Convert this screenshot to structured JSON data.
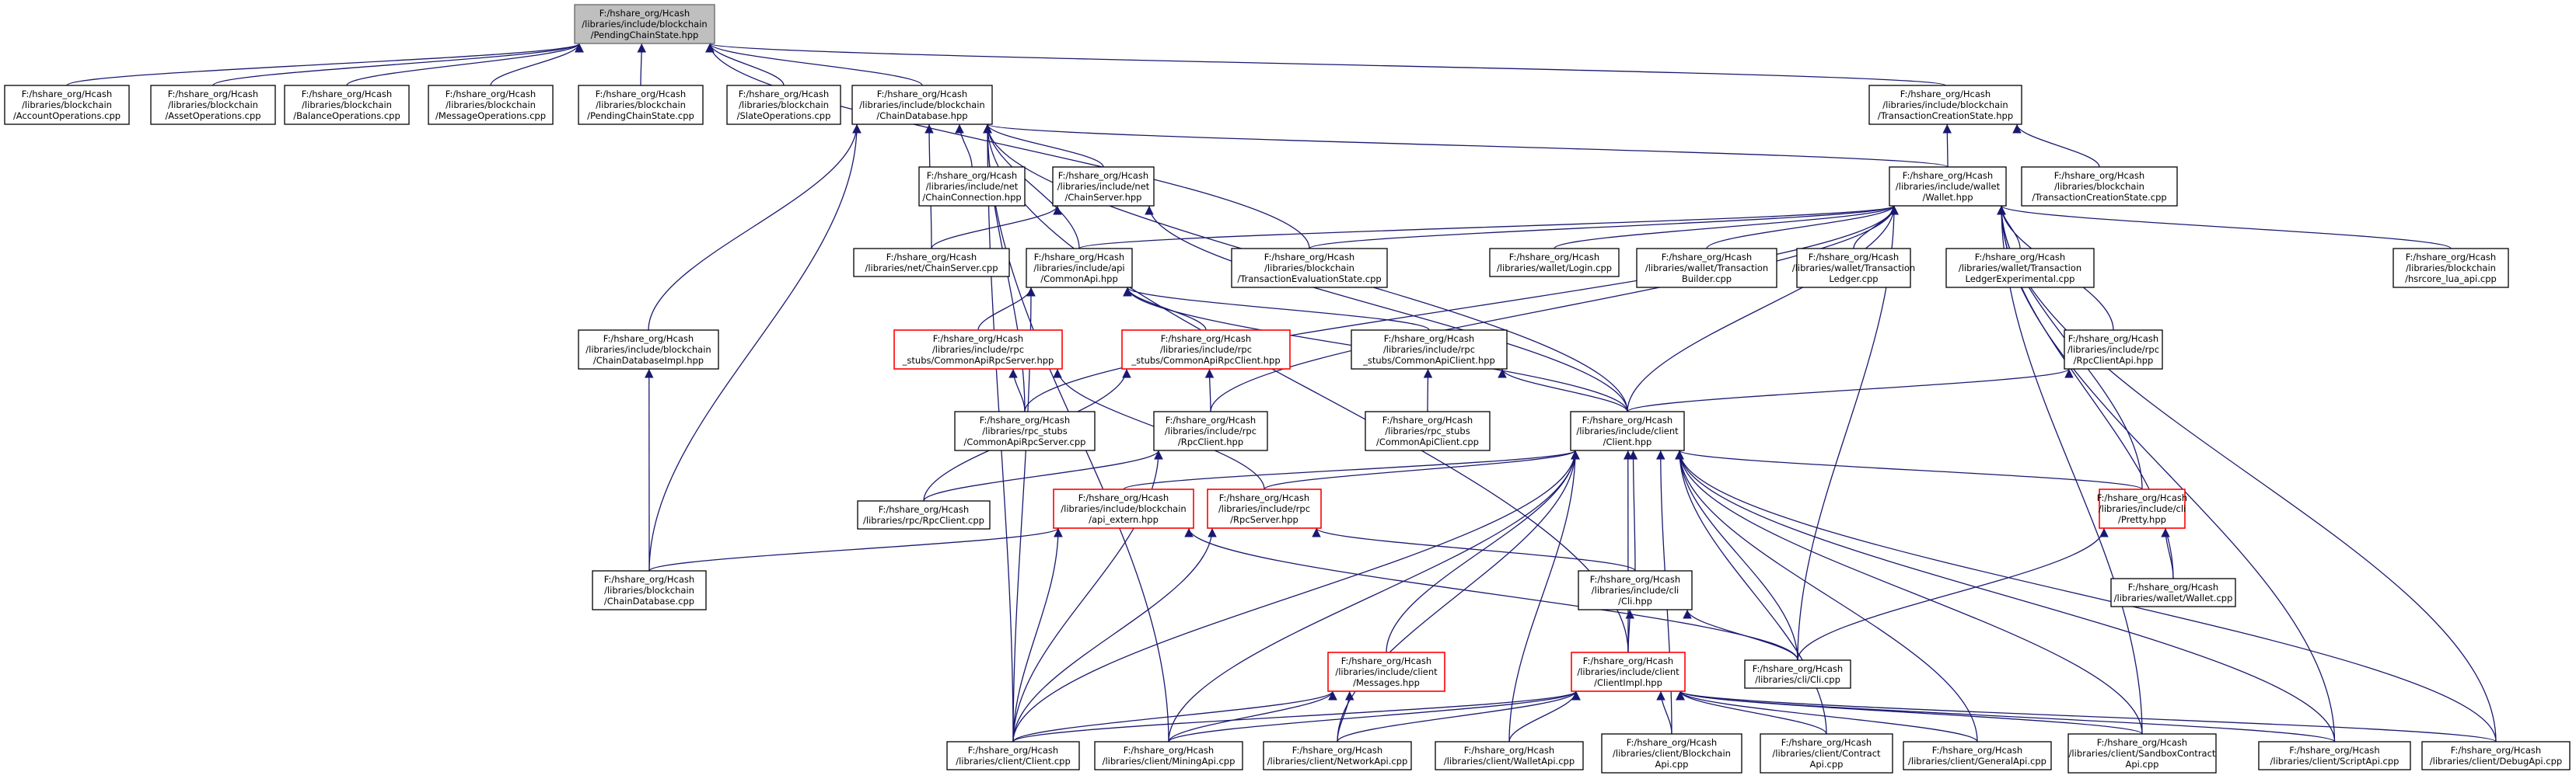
{
  "nodes": [
    {
      "id": "pcs_h",
      "lines": [
        "F:/hshare_org/Hcash",
        "/libraries/include/blockchain",
        "/PendingChainState.hpp"
      ],
      "style": "root"
    },
    {
      "id": "acc",
      "lines": [
        "F:/hshare_org/Hcash",
        "/libraries/blockchain",
        "/AccountOperations.cpp"
      ]
    },
    {
      "id": "asset",
      "lines": [
        "F:/hshare_org/Hcash",
        "/libraries/blockchain",
        "/AssetOperations.cpp"
      ]
    },
    {
      "id": "bal",
      "lines": [
        "F:/hshare_org/Hcash",
        "/libraries/blockchain",
        "/BalanceOperations.cpp"
      ]
    },
    {
      "id": "msg",
      "lines": [
        "F:/hshare_org/Hcash",
        "/libraries/blockchain",
        "/MessageOperations.cpp"
      ]
    },
    {
      "id": "pcs_c",
      "lines": [
        "F:/hshare_org/Hcash",
        "/libraries/blockchain",
        "/PendingChainState.cpp"
      ]
    },
    {
      "id": "slate",
      "lines": [
        "F:/hshare_org/Hcash",
        "/libraries/blockchain",
        "/SlateOperations.cpp"
      ]
    },
    {
      "id": "chdb_h",
      "lines": [
        "F:/hshare_org/Hcash",
        "/libraries/include/blockchain",
        "/ChainDatabase.hpp"
      ]
    },
    {
      "id": "tcs_h",
      "lines": [
        "F:/hshare_org/Hcash",
        "/libraries/include/blockchain",
        "/TransactionCreationState.hpp"
      ]
    },
    {
      "id": "chconn",
      "lines": [
        "F:/hshare_org/Hcash",
        "/libraries/include/net",
        "/ChainConnection.hpp"
      ]
    },
    {
      "id": "chsrv_h",
      "lines": [
        "F:/hshare_org/Hcash",
        "/libraries/include/net",
        "/ChainServer.hpp"
      ]
    },
    {
      "id": "wallet_h",
      "lines": [
        "F:/hshare_org/Hcash",
        "/libraries/include/wallet",
        "/Wallet.hpp"
      ]
    },
    {
      "id": "tcs_c",
      "lines": [
        "F:/hshare_org/Hcash",
        "/libraries/blockchain",
        "/TransactionCreationState.cpp"
      ]
    },
    {
      "id": "chsrv_c",
      "lines": [
        "F:/hshare_org/Hcash",
        "/libraries/net/ChainServer.cpp"
      ]
    },
    {
      "id": "capi_h",
      "lines": [
        "F:/hshare_org/Hcash",
        "/libraries/include/api",
        "/CommonApi.hpp"
      ]
    },
    {
      "id": "tes_c",
      "lines": [
        "F:/hshare_org/Hcash",
        "/libraries/blockchain",
        "/TransactionEvaluationState.cpp"
      ]
    },
    {
      "id": "login",
      "lines": [
        "F:/hshare_org/Hcash",
        "/libraries/wallet/Login.cpp"
      ]
    },
    {
      "id": "tbuild",
      "lines": [
        "F:/hshare_org/Hcash",
        "/libraries/wallet/Transaction",
        "Builder.cpp"
      ]
    },
    {
      "id": "tledger",
      "lines": [
        "F:/hshare_org/Hcash",
        "/libraries/wallet/Transaction",
        "Ledger.cpp"
      ]
    },
    {
      "id": "tledgerx",
      "lines": [
        "F:/hshare_org/Hcash",
        "/libraries/wallet/Transaction",
        "LedgerExperimental.cpp"
      ]
    },
    {
      "id": "lua",
      "lines": [
        "F:/hshare_org/Hcash",
        "/libraries/blockchain",
        "/hsrcore_lua_api.cpp"
      ]
    },
    {
      "id": "chdbimpl_h",
      "lines": [
        "F:/hshare_org/Hcash",
        "/libraries/include/blockchain",
        "/ChainDatabaseImpl.hpp"
      ]
    },
    {
      "id": "rpcsrvstub_h",
      "lines": [
        "F:/hshare_org/Hcash",
        "/libraries/include/rpc",
        "_stubs/CommonApiRpcServer.hpp"
      ],
      "style": "trunc"
    },
    {
      "id": "rpccltstub_h",
      "lines": [
        "F:/hshare_org/Hcash",
        "/libraries/include/rpc",
        "_stubs/CommonApiRpcClient.hpp"
      ],
      "style": "trunc"
    },
    {
      "id": "capicltstub_h",
      "lines": [
        "F:/hshare_org/Hcash",
        "/libraries/include/rpc",
        "_stubs/CommonApiClient.hpp"
      ]
    },
    {
      "id": "rpccltapi_h",
      "lines": [
        "F:/hshare_org/Hcash",
        "/libraries/include/rpc",
        "/RpcClientApi.hpp"
      ]
    },
    {
      "id": "rpcsrvstub_c",
      "lines": [
        "F:/hshare_org/Hcash",
        "/libraries/rpc_stubs",
        "/CommonApiRpcServer.cpp"
      ]
    },
    {
      "id": "rpcclt_h",
      "lines": [
        "F:/hshare_org/Hcash",
        "/libraries/include/rpc",
        "/RpcClient.hpp"
      ]
    },
    {
      "id": "capiclt_c",
      "lines": [
        "F:/hshare_org/Hcash",
        "/libraries/rpc_stubs",
        "/CommonApiClient.cpp"
      ]
    },
    {
      "id": "client_h",
      "lines": [
        "F:/hshare_org/Hcash",
        "/libraries/include/client",
        "/Client.hpp"
      ]
    },
    {
      "id": "rpcclt_c",
      "lines": [
        "F:/hshare_org/Hcash",
        "/libraries/rpc/RpcClient.cpp"
      ]
    },
    {
      "id": "apiext_h",
      "lines": [
        "F:/hshare_org/Hcash",
        "/libraries/include/blockchain",
        "/api_extern.hpp"
      ],
      "style": "trunc"
    },
    {
      "id": "rpcsrv_h",
      "lines": [
        "F:/hshare_org/Hcash",
        "/libraries/include/rpc",
        "/RpcServer.hpp"
      ],
      "style": "trunc"
    },
    {
      "id": "pretty_h",
      "lines": [
        "F:/hshare_org/Hcash",
        "/libraries/include/cli",
        "/Pretty.hpp"
      ],
      "style": "trunc"
    },
    {
      "id": "chdb_c",
      "lines": [
        "F:/hshare_org/Hcash",
        "/libraries/blockchain",
        "/ChainDatabase.cpp"
      ]
    },
    {
      "id": "cli_h",
      "lines": [
        "F:/hshare_org/Hcash",
        "/libraries/include/cli",
        "/Cli.hpp"
      ]
    },
    {
      "id": "wallet_c",
      "lines": [
        "F:/hshare_org/Hcash",
        "/libraries/wallet/Wallet.cpp"
      ]
    },
    {
      "id": "messages_h",
      "lines": [
        "F:/hshare_org/Hcash",
        "/libraries/include/client",
        "/Messages.hpp"
      ],
      "style": "trunc"
    },
    {
      "id": "climpl_h",
      "lines": [
        "F:/hshare_org/Hcash",
        "/libraries/include/client",
        "/ClientImpl.hpp"
      ],
      "style": "trunc"
    },
    {
      "id": "cli_c",
      "lines": [
        "F:/hshare_org/Hcash",
        "/libraries/cli/Cli.cpp"
      ]
    },
    {
      "id": "client_c",
      "lines": [
        "F:/hshare_org/Hcash",
        "/libraries/client/Client.cpp"
      ]
    },
    {
      "id": "mining_c",
      "lines": [
        "F:/hshare_org/Hcash",
        "/libraries/client/MiningApi.cpp"
      ]
    },
    {
      "id": "network_c",
      "lines": [
        "F:/hshare_org/Hcash",
        "/libraries/client/NetworkApi.cpp"
      ]
    },
    {
      "id": "walletapi_c",
      "lines": [
        "F:/hshare_org/Hcash",
        "/libraries/client/WalletApi.cpp"
      ]
    },
    {
      "id": "blockchainapi_c",
      "lines": [
        "F:/hshare_org/Hcash",
        "/libraries/client/Blockchain",
        "Api.cpp"
      ]
    },
    {
      "id": "contractapi_c",
      "lines": [
        "F:/hshare_org/Hcash",
        "/libraries/client/Contract",
        "Api.cpp"
      ]
    },
    {
      "id": "generalapi_c",
      "lines": [
        "F:/hshare_org/Hcash",
        "/libraries/client/GeneralApi.cpp"
      ]
    },
    {
      "id": "sandbox_c",
      "lines": [
        "F:/hshare_org/Hcash",
        "/libraries/client/SandboxContract",
        "Api.cpp"
      ]
    },
    {
      "id": "script_c",
      "lines": [
        "F:/hshare_org/Hcash",
        "/libraries/client/ScriptApi.cpp"
      ]
    },
    {
      "id": "debug_c",
      "lines": [
        "F:/hshare_org/Hcash",
        "/libraries/client/DebugApi.cpp"
      ]
    }
  ],
  "edges": [
    [
      "acc",
      "pcs_h"
    ],
    [
      "asset",
      "pcs_h"
    ],
    [
      "bal",
      "pcs_h"
    ],
    [
      "msg",
      "pcs_h"
    ],
    [
      "pcs_c",
      "pcs_h"
    ],
    [
      "slate",
      "pcs_h"
    ],
    [
      "chdb_h",
      "pcs_h"
    ],
    [
      "tcs_h",
      "pcs_h"
    ],
    [
      "tes_c",
      "pcs_h"
    ],
    [
      "chconn",
      "chdb_h"
    ],
    [
      "chsrv_h",
      "chdb_h"
    ],
    [
      "chsrv_c",
      "chdb_h"
    ],
    [
      "capi_h",
      "chdb_h"
    ],
    [
      "chdbimpl_h",
      "chdb_h"
    ],
    [
      "wallet_h",
      "chdb_h"
    ],
    [
      "rpcsrvstub_c",
      "chdb_h"
    ],
    [
      "client_h",
      "chdb_h"
    ],
    [
      "chdb_c",
      "chdb_h"
    ],
    [
      "client_c",
      "chdb_h"
    ],
    [
      "mining_c",
      "chdb_h"
    ],
    [
      "climpl_h",
      "chdb_h"
    ],
    [
      "wallet_h",
      "tcs_h"
    ],
    [
      "tcs_c",
      "tcs_h"
    ],
    [
      "chsrv_c",
      "chsrv_h"
    ],
    [
      "client_h",
      "chsrv_h"
    ],
    [
      "capi_h",
      "wallet_h"
    ],
    [
      "tes_c",
      "wallet_h"
    ],
    [
      "login",
      "wallet_h"
    ],
    [
      "tbuild",
      "wallet_h"
    ],
    [
      "tledger",
      "wallet_h"
    ],
    [
      "tledgerx",
      "wallet_h"
    ],
    [
      "lua",
      "wallet_h"
    ],
    [
      "rpccltapi_h",
      "wallet_h"
    ],
    [
      "rpcsrvstub_c",
      "wallet_h"
    ],
    [
      "rpcclt_h",
      "wallet_h"
    ],
    [
      "client_h",
      "wallet_h"
    ],
    [
      "pretty_h",
      "wallet_h"
    ],
    [
      "wallet_c",
      "wallet_h"
    ],
    [
      "cli_c",
      "wallet_h"
    ],
    [
      "script_c",
      "wallet_h"
    ],
    [
      "debug_c",
      "wallet_h"
    ],
    [
      "sandbox_c",
      "wallet_h"
    ],
    [
      "rpcsrvstub_h",
      "capi_h"
    ],
    [
      "rpccltstub_h",
      "capi_h"
    ],
    [
      "capicltstub_h",
      "capi_h"
    ],
    [
      "client_h",
      "capi_h"
    ],
    [
      "client_c",
      "capi_h"
    ],
    [
      "chdb_c",
      "chdbimpl_h"
    ],
    [
      "rpcsrvstub_c",
      "rpcsrvstub_h"
    ],
    [
      "rpcsrv_h",
      "rpcsrvstub_h"
    ],
    [
      "rpcclt_h",
      "rpccltstub_h"
    ],
    [
      "rpcclt_c",
      "rpccltstub_h"
    ],
    [
      "capiclt_c",
      "capicltstub_h"
    ],
    [
      "client_h",
      "capicltstub_h"
    ],
    [
      "client_h",
      "rpccltapi_h"
    ],
    [
      "rpcclt_c",
      "rpcclt_h"
    ],
    [
      "client_c",
      "rpcclt_h"
    ],
    [
      "apiext_h",
      "client_h"
    ],
    [
      "rpcsrv_h",
      "client_h"
    ],
    [
      "cli_h",
      "client_h"
    ],
    [
      "pretty_h",
      "client_h"
    ],
    [
      "messages_h",
      "client_h"
    ],
    [
      "climpl_h",
      "client_h"
    ],
    [
      "client_c",
      "client_h"
    ],
    [
      "mining_c",
      "client_h"
    ],
    [
      "network_c",
      "client_h"
    ],
    [
      "walletapi_c",
      "client_h"
    ],
    [
      "blockchainapi_c",
      "client_h"
    ],
    [
      "contractapi_c",
      "client_h"
    ],
    [
      "generalapi_c",
      "client_h"
    ],
    [
      "sandbox_c",
      "client_h"
    ],
    [
      "script_c",
      "client_h"
    ],
    [
      "debug_c",
      "client_h"
    ],
    [
      "cli_c",
      "client_h"
    ],
    [
      "chdb_c",
      "apiext_h"
    ],
    [
      "client_c",
      "apiext_h"
    ],
    [
      "cli_c",
      "apiext_h"
    ],
    [
      "client_c",
      "rpcsrv_h"
    ],
    [
      "cli_h",
      "rpcsrv_h"
    ],
    [
      "cli_c",
      "pretty_h"
    ],
    [
      "wallet_c",
      "pretty_h"
    ],
    [
      "climpl_h",
      "cli_h"
    ],
    [
      "cli_c",
      "cli_h"
    ],
    [
      "client_c",
      "messages_h"
    ],
    [
      "mining_c",
      "messages_h"
    ],
    [
      "network_c",
      "messages_h"
    ],
    [
      "client_c",
      "climpl_h"
    ],
    [
      "mining_c",
      "climpl_h"
    ],
    [
      "network_c",
      "climpl_h"
    ],
    [
      "walletapi_c",
      "climpl_h"
    ],
    [
      "blockchainapi_c",
      "climpl_h"
    ],
    [
      "contractapi_c",
      "climpl_h"
    ],
    [
      "generalapi_c",
      "climpl_h"
    ],
    [
      "sandbox_c",
      "climpl_h"
    ],
    [
      "script_c",
      "climpl_h"
    ],
    [
      "debug_c",
      "climpl_h"
    ]
  ]
}
